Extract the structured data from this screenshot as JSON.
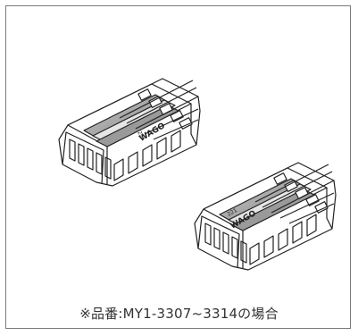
{
  "caption": "※品番:MY1-3307~3314の場合",
  "products": [
    {
      "logo_text": "WAGO",
      "model_text": "221"
    },
    {
      "logo_text": "WAGO",
      "model_text": "221"
    }
  ],
  "colors": {
    "border": "#7a7a7a",
    "stroke": "#222222",
    "lever_fill": "#a8a8a8",
    "lever_dark": "#6e6e6e"
  }
}
